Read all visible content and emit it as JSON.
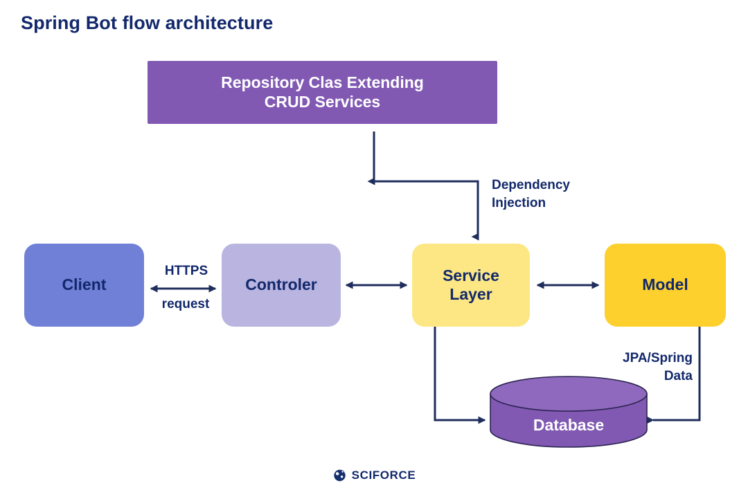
{
  "title": "Spring Bot flow architecture",
  "nodes": {
    "repository": {
      "label": "Repository Clas Extending\nCRUD Services",
      "color": "#8159b3"
    },
    "client": {
      "label": "Client",
      "color": "#6f80d6"
    },
    "controller": {
      "label": "Controler",
      "color": "#b9b4e0"
    },
    "service": {
      "label": "Service\nLayer",
      "color": "#fce784"
    },
    "model": {
      "label": "Model",
      "color": "#fdd02e"
    },
    "database": {
      "label": "Database",
      "color": "#8159b3"
    }
  },
  "edge_labels": {
    "https": "HTTPS",
    "request": "request",
    "dependency_injection": "Dependency\nInjection",
    "jpa_spring_data": "JPA/Spring\nData"
  },
  "colors": {
    "title": "#12286b",
    "arrow": "#1f2d5c",
    "background": "#ffffff",
    "node_text_dark": "#12286b",
    "node_text_light": "#ffffff"
  },
  "footer": {
    "brand": "SCIFORCE",
    "logo_icon": "sciforce-globe-icon"
  }
}
